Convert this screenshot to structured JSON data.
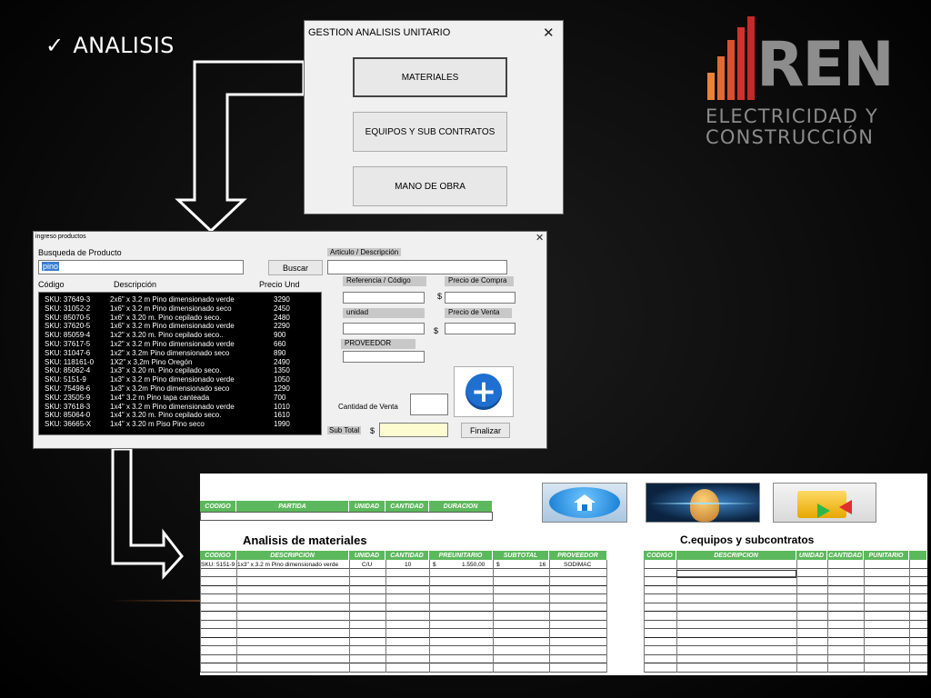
{
  "slide": {
    "check": "✓",
    "title": "ANALISIS"
  },
  "logo": {
    "brand": "REN",
    "line1": "ELECTRICIDAD Y",
    "line2": "CONSTRUCCIÓN"
  },
  "dialog_main": {
    "title": "GESTION ANALISIS UNITARIO",
    "close": "✕",
    "buttons": [
      "MATERIALES",
      "EQUIPOS Y SUB CONTRATOS",
      "MANO DE OBRA"
    ]
  },
  "dialog_products": {
    "title": "ingreso productos",
    "close": "✕",
    "search_label": "Busqueda de Producto",
    "search_value": "pino",
    "search_button": "Buscar",
    "columns": [
      "Código",
      "Descripción",
      "Precio Und"
    ],
    "rows": [
      [
        "SKU: 37649-3",
        "2x6\" x 3.2 m Pino dimensionado verde",
        "3290"
      ],
      [
        "SKU: 31052-2",
        "1x6\" x 3.2 m Pino dimensionado seco",
        "2450"
      ],
      [
        "SKU: 85070-5",
        "1x6\" x 3.20 m. Pino cepilado seco.",
        "2480"
      ],
      [
        "SKU: 37620-5",
        "1x6\" x 3.2 m Pino dimensionado verde",
        "2290"
      ],
      [
        "SKU: 85059-4",
        "1x2\" x 3.20 m. Pino cepilado seco..",
        "900"
      ],
      [
        "SKU: 37617-5",
        "1x2\" x 3.2 m Pino dimensionado verde",
        "660"
      ],
      [
        "SKU: 31047-6",
        "1x2\" x 3.2m Pino dimensionado seco",
        "890"
      ],
      [
        "SKU: 118161-0",
        "1X2\" x 3,2m Pino Oregón",
        "2490"
      ],
      [
        "SKU: 85062-4",
        "1x3\" x 3.20 m. Pino cepilado seco.",
        "1350"
      ],
      [
        "SKU: 5151-9",
        "1x3\" x 3.2 m Pino dimensionado verde",
        "1050"
      ],
      [
        "SKU: 75498-6",
        "1x3\" x 3.2m Pino dimensionado seco",
        "1290"
      ],
      [
        "SKU: 23505-9",
        "1x4\" 3.2 m Pino tapa canteada",
        "700"
      ],
      [
        "SKU: 37618-3",
        "1x4\" x 3.2 m Pino dimensionado verde",
        "1010"
      ],
      [
        "SKU: 85064-0",
        "1x4\" x 3.20 m. Pino cepilado seco.",
        "1610"
      ],
      [
        "SKU: 36665-X",
        "1x4\" x 3.20 m Piso Pino seco",
        "1990"
      ]
    ],
    "article_label": "Articulo / Descripción",
    "ref_label": "Referencia / Código",
    "purchase_label": "Precio de Compra",
    "unit_label": "unidad",
    "sale_label": "Precio de Venta",
    "supplier_label": "PROVEEDOR",
    "qty_label": "Cantidad de Venta",
    "subtotal_label": "Sub Total",
    "currency": "$",
    "add_icon": "+",
    "finish_button": "Finalizar"
  },
  "sheet": {
    "top_headers": [
      "CODIGO",
      "PARTIDA",
      "UNIDAD",
      "CANTIDAD",
      "DURACION"
    ],
    "materials_title": "Analisis de materiales",
    "materials_headers": [
      "CODIGO",
      "DESCRIPCION",
      "UNIDAD",
      "CANTIDAD",
      "PREUNITARIO",
      "SUBTOTAL",
      "PROVEEDOR"
    ],
    "materials_row": [
      "SKU: 5151-9",
      "1x3\" x 3.2 m Pino dimensionado verde",
      "C/U",
      "10",
      "$",
      "1.550,00",
      "$",
      "16",
      "SODIMAC"
    ],
    "equip_title": "C.equipos y subcontratos",
    "equip_headers": [
      "CODIGO",
      "DESCRIPCION",
      "UNIDAD",
      "CANTIDAD",
      "PUNITARIO"
    ]
  },
  "colors": {
    "accent_green": "#5cb85c",
    "logo_red": "#d0322c",
    "logo_orange": "#e8843a",
    "logo_grey": "#8b8b8b"
  }
}
